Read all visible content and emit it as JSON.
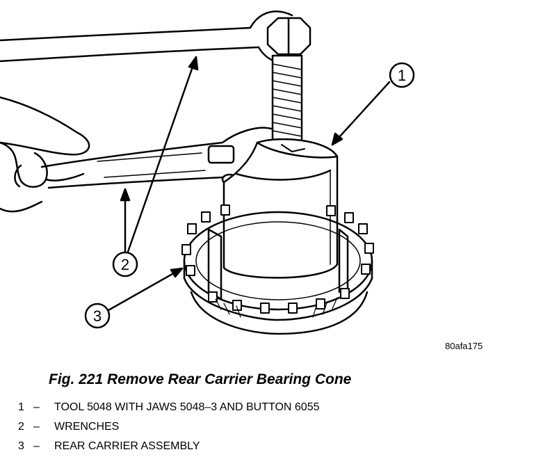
{
  "figure": {
    "callouts": [
      "1",
      "2",
      "3"
    ],
    "image_code": "80afa175"
  },
  "caption": "Fig. 221 Remove Rear Carrier Bearing Cone",
  "legend": [
    {
      "num": "1",
      "dash": "–",
      "text": "TOOL 5048 WITH JAWS 5048–3 AND BUTTON 6055"
    },
    {
      "num": "2",
      "dash": "–",
      "text": "WRENCHES"
    },
    {
      "num": "3",
      "dash": "–",
      "text": "REAR CARRIER ASSEMBLY"
    }
  ]
}
